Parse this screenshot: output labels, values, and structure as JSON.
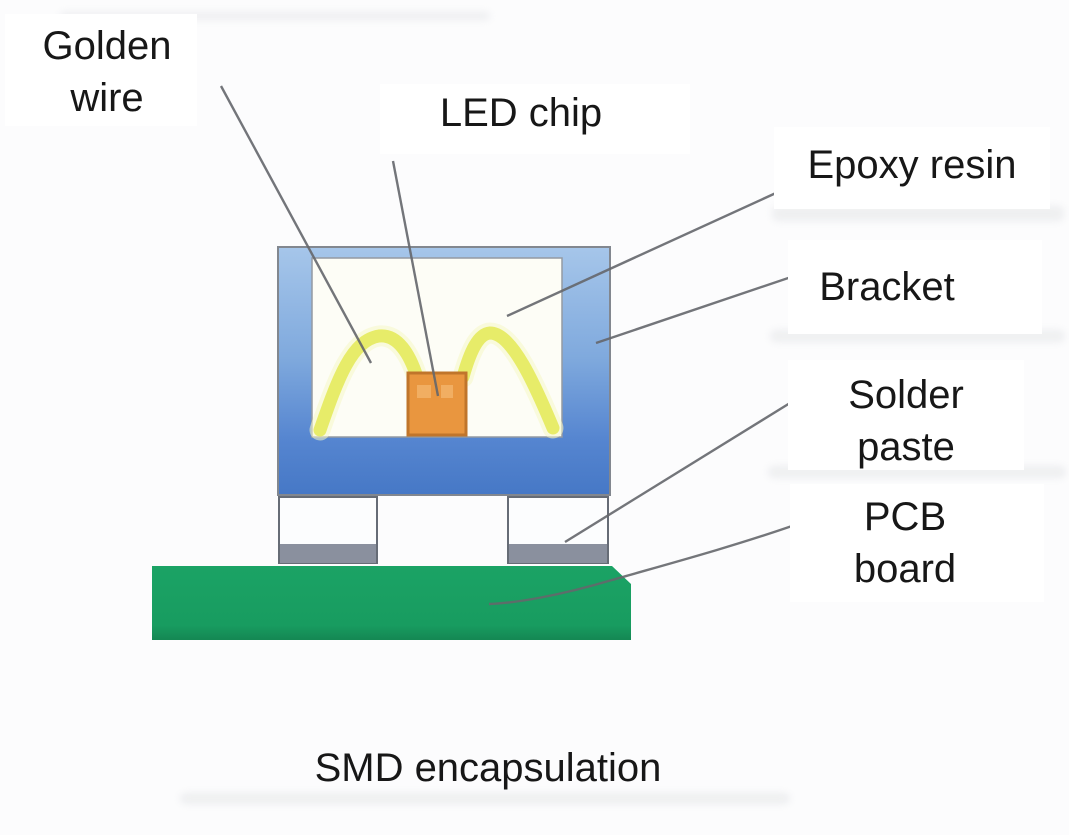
{
  "diagram": {
    "caption": "SMD encapsulation",
    "labels": {
      "golden_wire": {
        "text": "Golden wire",
        "lines": [
          "Golden",
          "wire"
        ]
      },
      "led_chip": {
        "text": "LED chip"
      },
      "epoxy_resin": {
        "text": "Epoxy resin"
      },
      "bracket": {
        "text": "Bracket"
      },
      "solder_paste": {
        "text": "Solder paste",
        "lines": [
          "Solder",
          "paste"
        ]
      },
      "pcb_board": {
        "text": "PCB board",
        "lines": [
          "PCB",
          "board"
        ]
      }
    },
    "components": {
      "bracket": "blue U-shaped bracket housing",
      "epoxy_cavity": "white epoxy resin cavity",
      "golden_wires": "two yellow bond wire arcs",
      "led_chip": "orange LED chip die",
      "solder_paste": "gray solder bars under legs",
      "pcb_board": "green PCB bar"
    }
  },
  "colors": {
    "bracket_blue_light": "#a6c6ea",
    "bracket_blue_mid": "#6f9cd8",
    "bracket_blue_dark": "#4678c6",
    "cavity_white": "#fdfdf6",
    "wire_yellow": "#e7ec69",
    "wire_glow": "#f6f8c6",
    "chip_orange": "#e9963f",
    "chip_border": "#c0752b",
    "chip_mark": "#f2b368",
    "solder_gray": "#8a909e",
    "pcb_green": "#189c60",
    "leader_line": "#65676c",
    "leg_border": "#666c76",
    "text_black": "#171717"
  }
}
